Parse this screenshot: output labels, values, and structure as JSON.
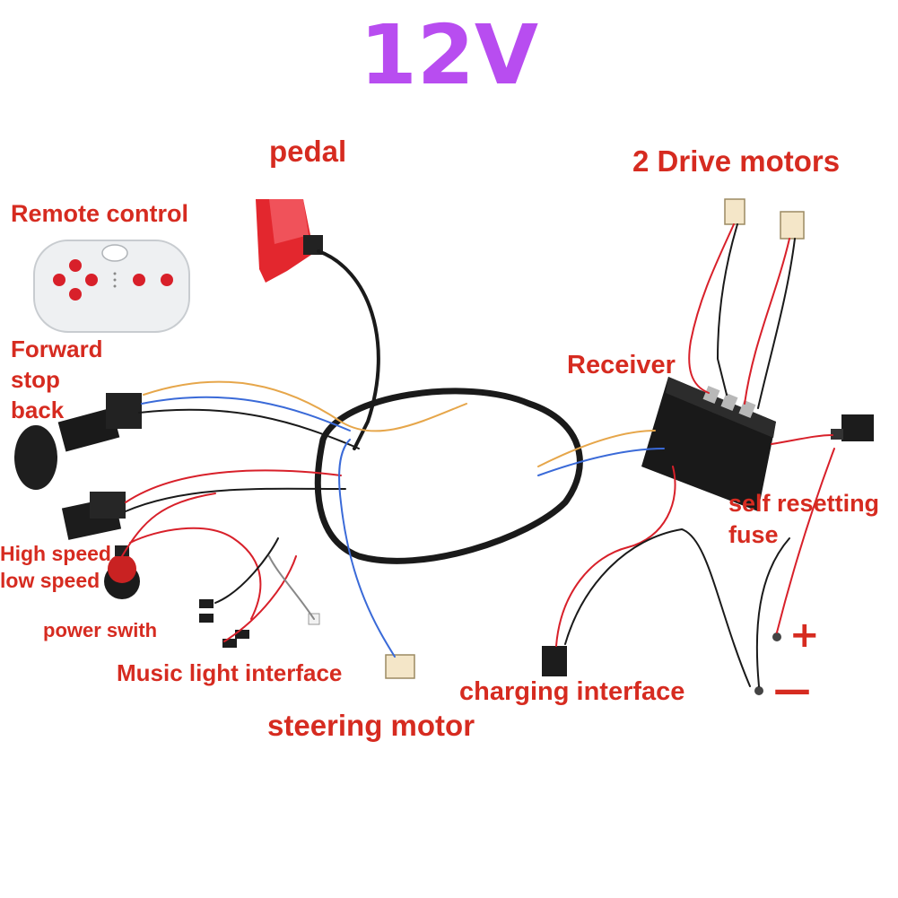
{
  "title": "12V",
  "labels": {
    "pedal": "pedal",
    "drive_motors": "2 Drive motors",
    "remote_control": "Remote control",
    "forward": "Forward",
    "stop": "stop",
    "back": "back",
    "receiver": "Receiver",
    "fuse_line1": "self resetting",
    "fuse_line2": "fuse",
    "high_speed": "High speed",
    "low_speed": "low speed",
    "power_switch": "power swith",
    "music_light": "Music light interface",
    "charging_interface": "charging interface",
    "steering_motor": "steering motor",
    "plus": "+",
    "minus": "—"
  },
  "colors": {
    "title": "#b84df0",
    "labels": "#d62b20",
    "wire_red": "#d8202a",
    "wire_black": "#1a1a1a",
    "wire_blue": "#3a6ad8",
    "wire_orange": "#e6a64a"
  }
}
